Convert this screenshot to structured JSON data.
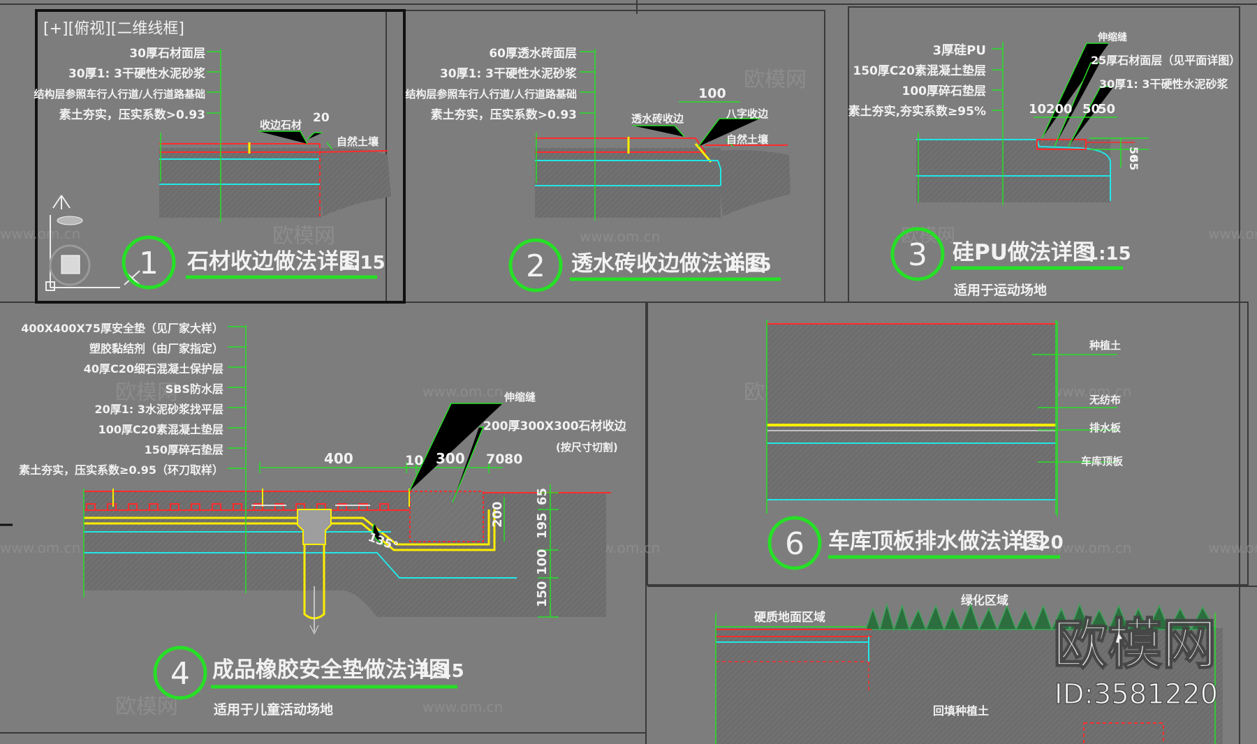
{
  "viewport_label": "[+][俯视][二维线框]",
  "watermark": {
    "main": "欧模网",
    "id": "ID:3581220",
    "small": "欧模网",
    "url": "www.om.cn"
  },
  "panels": {
    "p1": {
      "number": "1",
      "title": "石材收边做法详图",
      "scale": "1:15",
      "layers": [
        "30厚石材面层",
        "30厚1: 3干硬性水泥砂浆",
        "结构层参照车行人行道/人行道路基础",
        "素土夯实，压实系数>0.93"
      ],
      "callouts": {
        "edge": "收边石材",
        "soil": "自然土壤",
        "dim": "20"
      }
    },
    "p2": {
      "number": "2",
      "title": "透水砖收边做法详图",
      "scale": "1:15",
      "layers": [
        "60厚透水砖面层",
        "30厚1: 3干硬性水泥砂浆",
        "结构层参照车行人行道/人行道路基础",
        "素土夯实，压实系数>0.93"
      ],
      "callouts": {
        "edge": "透水砖收边",
        "slope": "八字收边",
        "soil": "自然土壤",
        "dim": "100"
      }
    },
    "p3": {
      "number": "3",
      "title": "硅PU做法详图",
      "scale": "1:15",
      "note": "适用于运动场地",
      "layers": [
        "3厚硅PU",
        "150厚C20素混凝土垫层",
        "100厚碎石垫层",
        "素土夯实,夯实系数≥95%"
      ],
      "callouts": {
        "joint": "伸缩缝",
        "stone": "25厚石材面层（见平面详图）",
        "mortar": "30厚1: 3干硬性水泥砂浆"
      },
      "dims": {
        "a": "10",
        "b": "200",
        "c": "50",
        "d": "50",
        "v1": "50",
        "v2": "65"
      }
    },
    "p4": {
      "number": "4",
      "title": "成品橡胶安全垫做法详图",
      "scale": "1:15",
      "note": "适用于儿童活动场地",
      "layers": [
        "400X400X75厚安全垫（见厂家大样）",
        "塑胶黏结剂（由厂家指定）",
        "40厚C20细石混凝土保护层",
        "SBS防水层",
        "20厚1: 3水泥砂浆找平层",
        "100厚C20素混凝土垫层",
        "150厚碎石垫层",
        "素土夯实，压实系数≥0.95（环刀取样）"
      ],
      "callouts": {
        "joint": "伸缩缝",
        "stone": "200厚300X300石材收边",
        "stone2": "(按尺寸切割)",
        "angle": "135°"
      },
      "dims": {
        "h1": "400",
        "h2": "10",
        "h3": "300",
        "h4": "70",
        "h5": "80",
        "v1": "65",
        "v2": "195",
        "v3": "100",
        "v4": "150",
        "v5": "200"
      }
    },
    "p6": {
      "number": "6",
      "title": "车库顶板排水做法详图",
      "scale": "1:20",
      "layers": [
        "种植土",
        "无纺布",
        "排水板",
        "车库顶板"
      ]
    },
    "p7": {
      "labels": {
        "hard": "硬质地面区域",
        "green": "绿化区域",
        "soil": "回填种植土"
      }
    }
  }
}
